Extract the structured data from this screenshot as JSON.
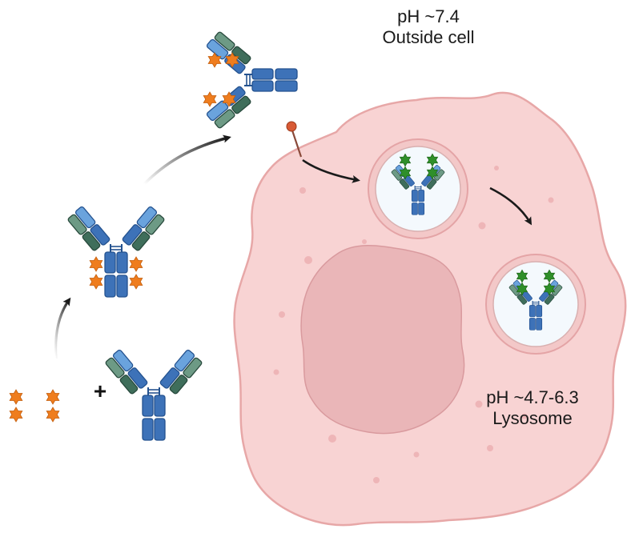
{
  "labels": {
    "outside_ph": "pH ~7.4",
    "outside_name": "Outside cell",
    "lysosome_ph": "pH ~4.7-6.3",
    "lysosome_name": "Lysosome",
    "plus": "+"
  },
  "colors": {
    "cell_fill": "#f8d3d3",
    "cell_stroke": "#e7a7a7",
    "nucleus": "#eab6b8",
    "antibody_heavy": "#3d72b8",
    "antibody_light": "#6aa3dd",
    "antibody_variable": "#3f6e5b",
    "antigen_outside": "#ef7d1e",
    "antigen_lysosome": "#2f8f2a",
    "receptor_dot": "#d85a35",
    "arrow": "#1a1a1a"
  }
}
